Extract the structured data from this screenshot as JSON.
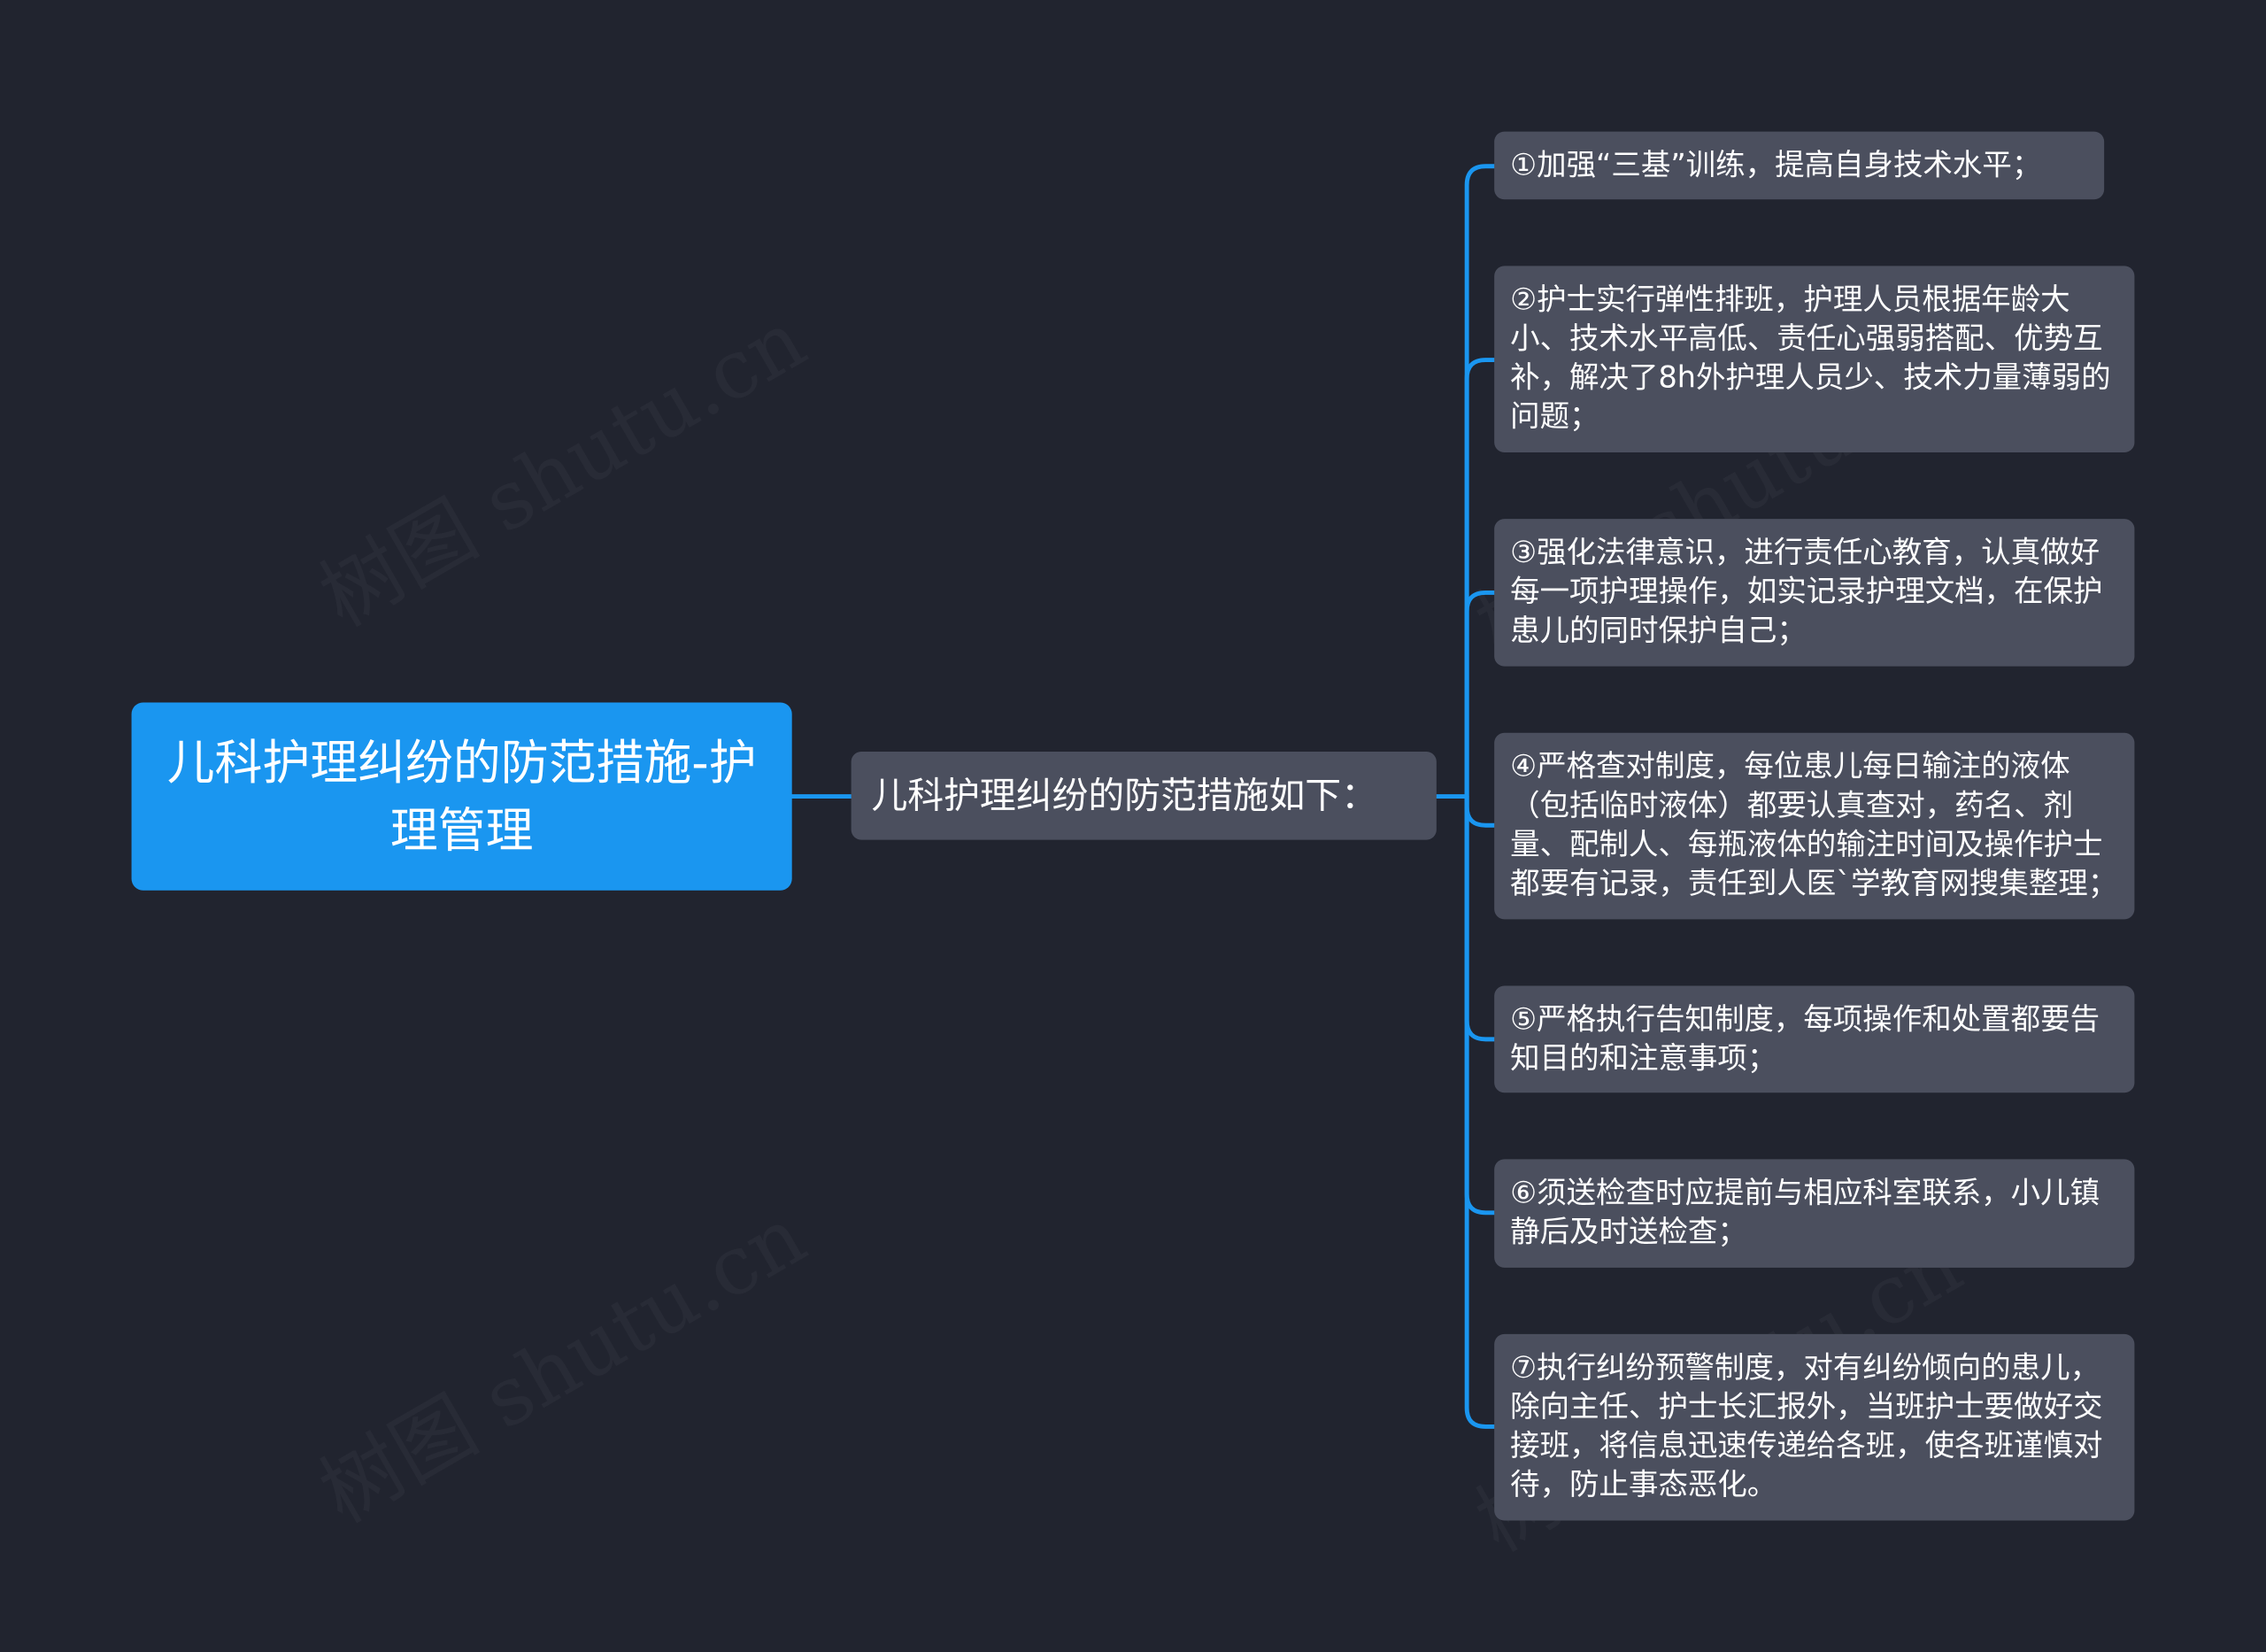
{
  "colors": {
    "background": "#21242f",
    "root_fill": "#1a96f0",
    "node_fill": "#4b4f5e",
    "connector": "#1a96f0",
    "text": "#ffffff"
  },
  "root": {
    "label": "儿科护理纠纷的防范措施-护理管理"
  },
  "branch": {
    "label": "儿科护理纠纷的防范措施如下："
  },
  "leaves": [
    {
      "label": "①加强“三基”训练，提高自身技术水平；"
    },
    {
      "label": "②护士实行弹性排班，护理人员根据年龄大小、技术水平高低、责任心强弱搭配、优势互补，解决了8h外护理人员少、技术力量薄弱的问题；"
    },
    {
      "label": "③强化法律意识，进行责任心教育，认真做好每一项护理操作，如实记录护理文档，在保护患儿的同时保护自己；"
    },
    {
      "label": "④严格查对制度，每位患儿每日输注的液体（包括临时液体）都要认真查对，药名、剂量、配制人、每瓶液体的输注时间及操作护士都要有记录，责任到人医`学教育网搜集整理；"
    },
    {
      "label": "⑤严格执行告知制度，每项操作和处置都要告知目的和注意事项；"
    },
    {
      "label": "⑥须送检查时应提前与相应科室联系，小儿镇静后及时送检查；"
    },
    {
      "label": "⑦执行纠纷预警制度，对有纠纷倾向的患儿，除向主任、护士长汇报外，当班护士要做好交接班，将信息迅速传递给各班，使各班谨慎对待，防止事态恶化。"
    }
  ],
  "watermarks": [
    "树图 shutu.cn",
    "树图 shutu.cn",
    "树图 shutu.cn",
    "树图 shutu.cn"
  ]
}
